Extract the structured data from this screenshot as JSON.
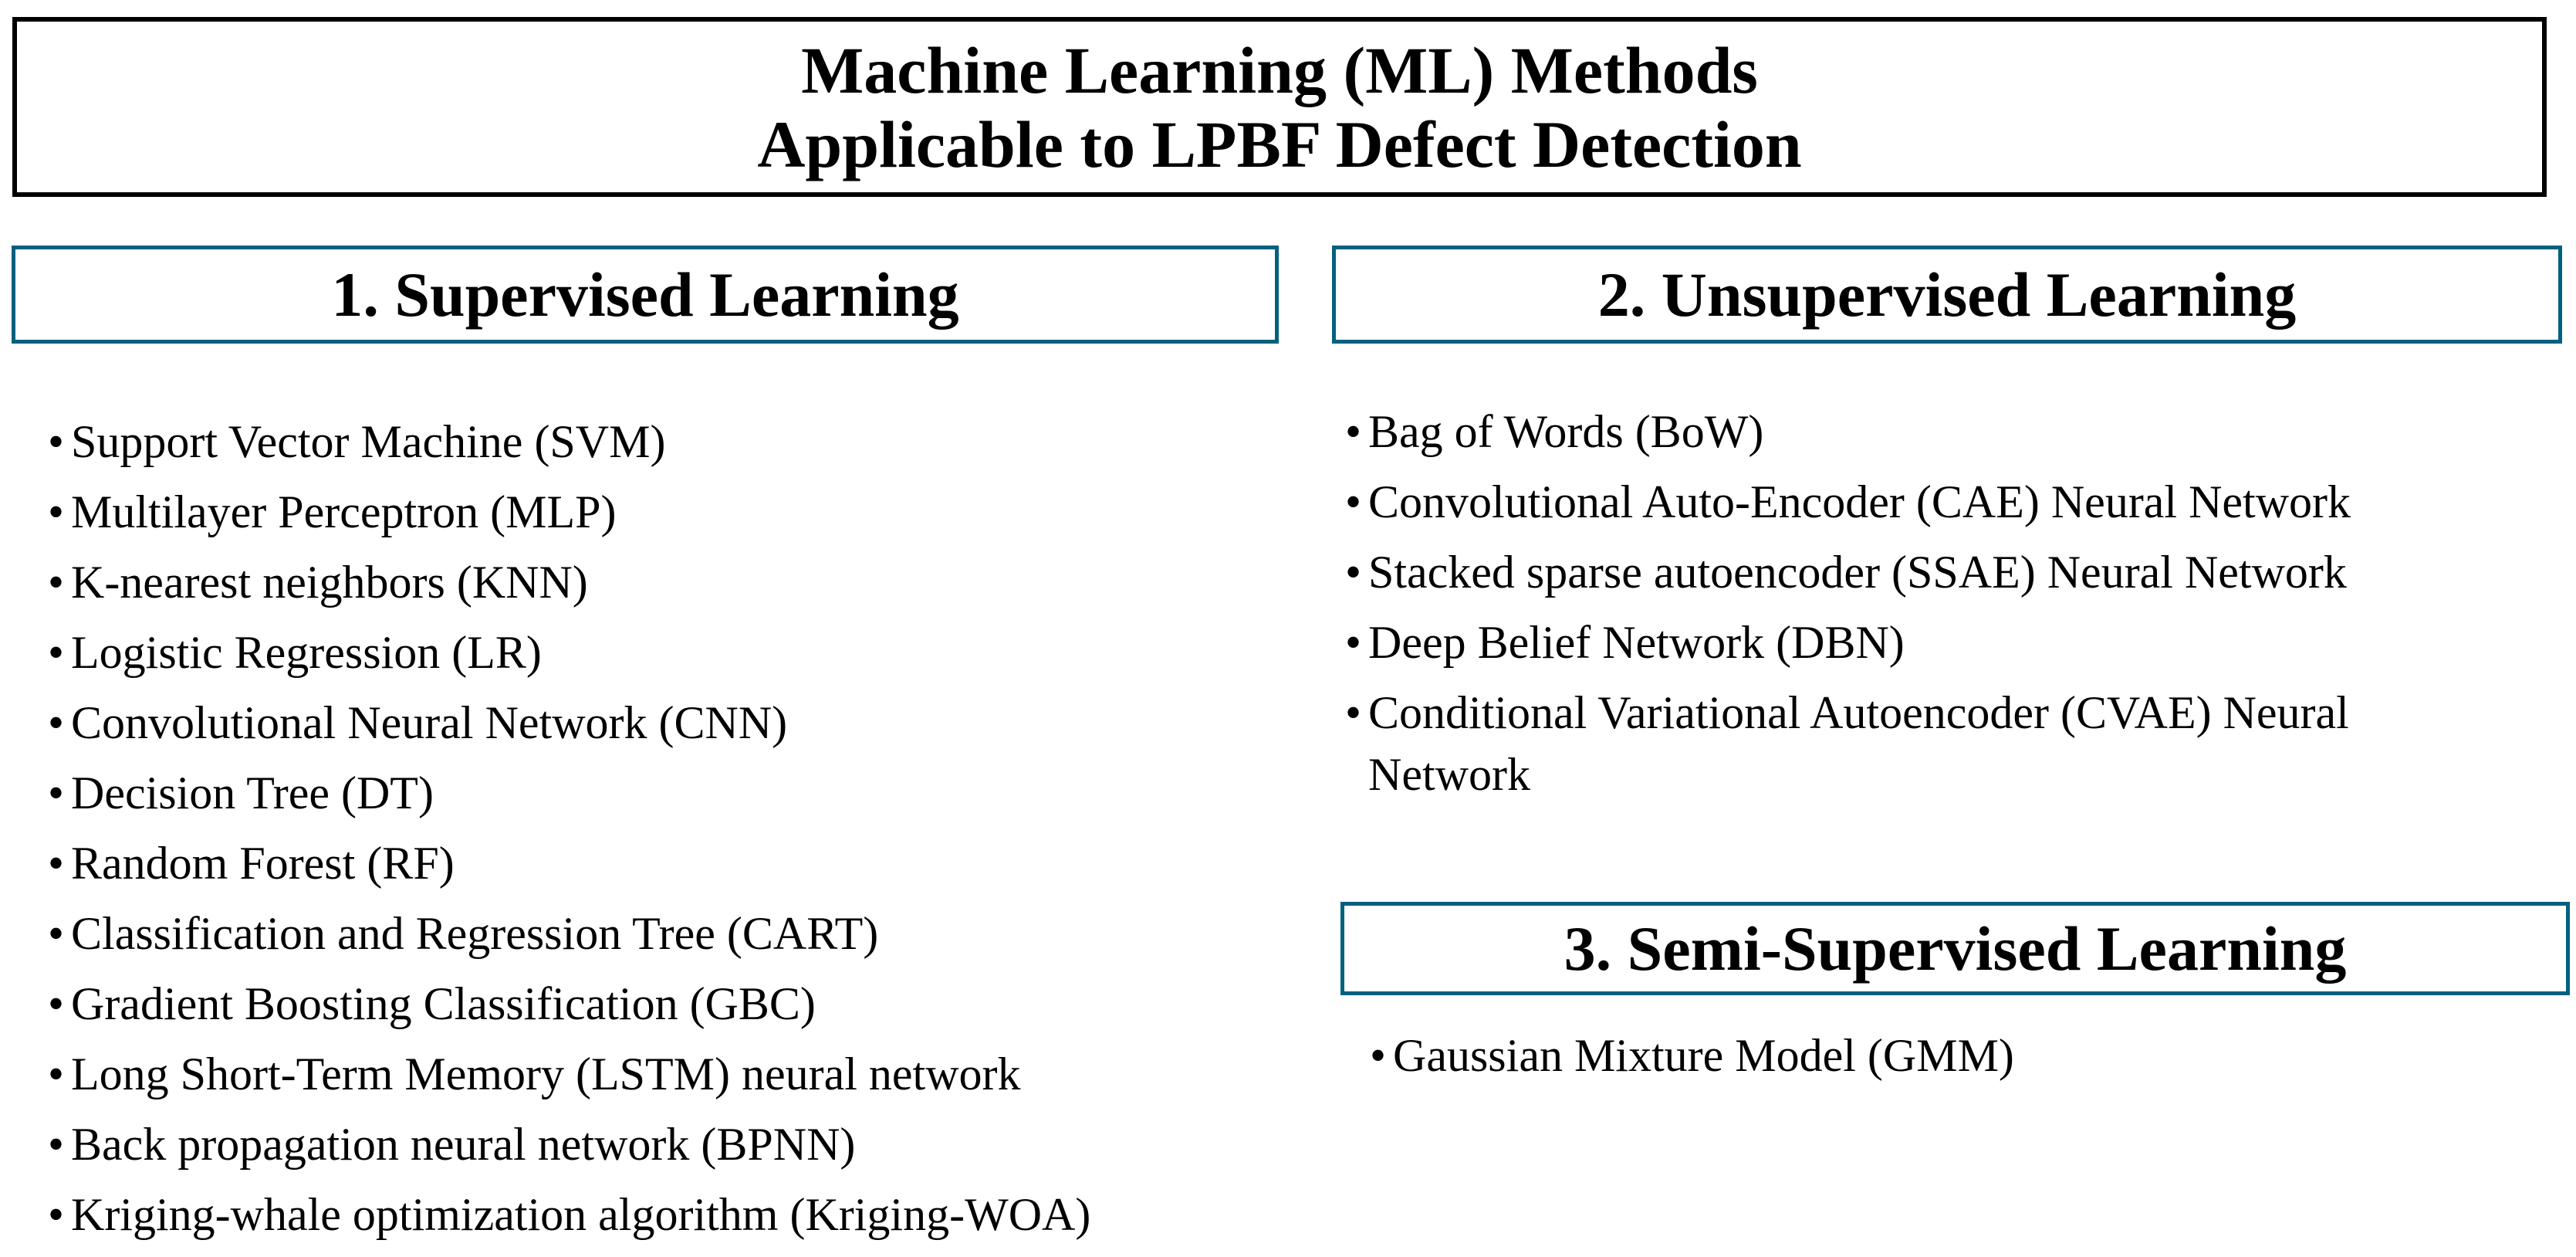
{
  "title": {
    "line1": "Machine Learning (ML) Methods",
    "line2": "Applicable to LPBF Defect Detection"
  },
  "bullet_char": "•",
  "colors": {
    "section_border": "#00607f",
    "title_border": "#000000",
    "text": "#000000",
    "background": "#ffffff"
  },
  "sections": [
    {
      "heading": "1. Supervised Learning",
      "items": [
        "Support Vector Machine (SVM)",
        "Multilayer Perceptron (MLP)",
        "K-nearest neighbors (KNN)",
        "Logistic Regression (LR)",
        "Convolutional Neural Network (CNN)",
        "Decision Tree (DT)",
        "Random Forest (RF)",
        "Classification and Regression Tree (CART)",
        "Gradient Boosting Classification (GBC)",
        "Long Short-Term Memory (LSTM) neural network",
        "Back propagation neural network (BPNN)",
        "Kriging-whale optimization algorithm (Kriging-WOA)"
      ]
    },
    {
      "heading": "2. Unsupervised Learning",
      "items": [
        "Bag of Words (BoW)",
        "Convolutional Auto-Encoder (CAE) Neural Network",
        "Stacked sparse autoencoder (SSAE) Neural Network",
        "Deep Belief Network (DBN)",
        "Conditional Variational Autoencoder (CVAE) Neural Network"
      ]
    },
    {
      "heading": "3. Semi-Supervised Learning",
      "items": [
        "Gaussian Mixture Model (GMM)"
      ]
    }
  ]
}
